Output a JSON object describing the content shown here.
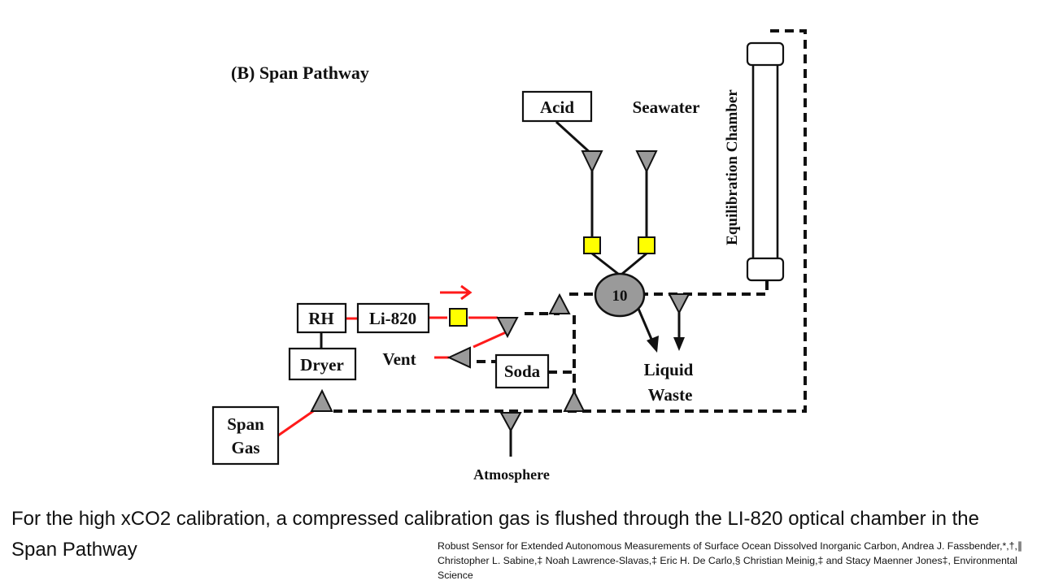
{
  "diagram": {
    "title": "(B)  Span Pathway",
    "labels": {
      "acid": "Acid",
      "seawater": "Seawater",
      "equilibration_chamber": "Equilibration Chamber",
      "valve_10": "10",
      "rh": "RH",
      "li820": "Li-820",
      "dryer": "Dryer",
      "vent": "Vent",
      "soda": "Soda",
      "liquid": "Liquid",
      "waste": "Waste",
      "span": "Span",
      "gas": "Gas",
      "atmosphere": "Atmosphere"
    },
    "colors": {
      "flow_line": "#ff1a1a",
      "valve_fill": "#9a9a9a",
      "pump_fill": "#ffff00",
      "line": "#111111"
    }
  },
  "caption": "For the high xCO2 calibration, a compressed calibration gas is flushed through the LI-820 optical chamber in the Span Pathway",
  "citation": "Robust Sensor for Extended Autonomous  Measurements of Surface Ocean Dissolved Inorganic Carbon, Andrea J. Fassbender,*,†,∥ Christopher L. Sabine,‡ Noah Lawrence-Slavas,‡ Eric H. De Carlo,§ Christian Meinig,‡ and Stacy Maenner Jones‡,  Environmental Science"
}
